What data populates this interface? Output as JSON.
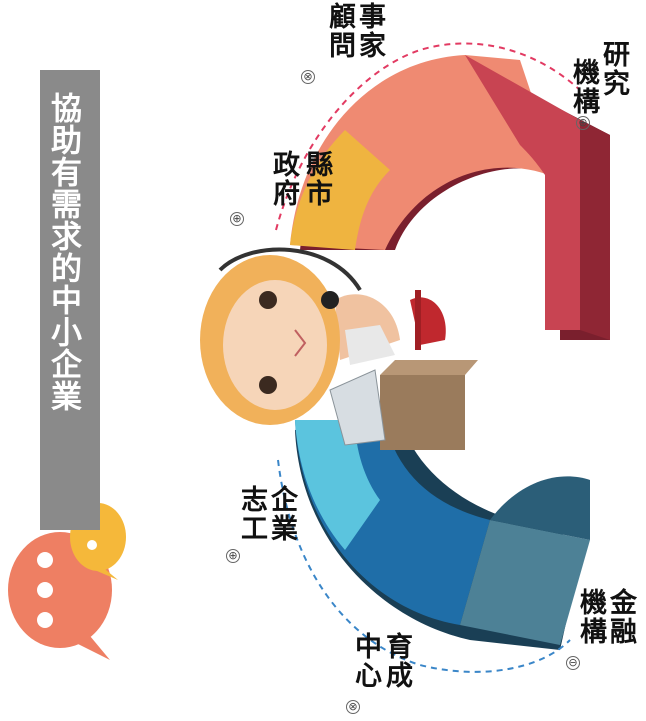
{
  "title": "協助有需求的中小企業",
  "colors": {
    "title_band": "#8a8a8a",
    "bubble_large": "#ee7f63",
    "bubble_small": "#f5b83a",
    "red_dash": "#e23a62",
    "blue_dash": "#3a86c8",
    "grad_dark_red": "#b03a45",
    "grad_salmon": "#ef8a72",
    "grad_yellow": "#efb440",
    "grad_cyan": "#5bc4de",
    "grad_blue": "#1f6ea8",
    "grad_steel": "#4d8196",
    "grad_navy": "#1f4d66"
  },
  "labels": {
    "research": {
      "line1": "研究",
      "line2": "機構"
    },
    "consultant": {
      "line1": "事家",
      "line2": "顧問"
    },
    "gov": {
      "line1": "縣市",
      "line2": "政府"
    },
    "volunteer": {
      "line1": "企業",
      "line2": "志工"
    },
    "incubator": {
      "line1": "育成",
      "line2": "中心"
    },
    "finance": {
      "line1": "金融",
      "line2": "機構"
    }
  },
  "icons": {
    "speech_bubble_large": "speech-bubble-icon",
    "speech_bubble_small": "speech-bubble-icon",
    "operator": "call-center-operator-illustration"
  }
}
